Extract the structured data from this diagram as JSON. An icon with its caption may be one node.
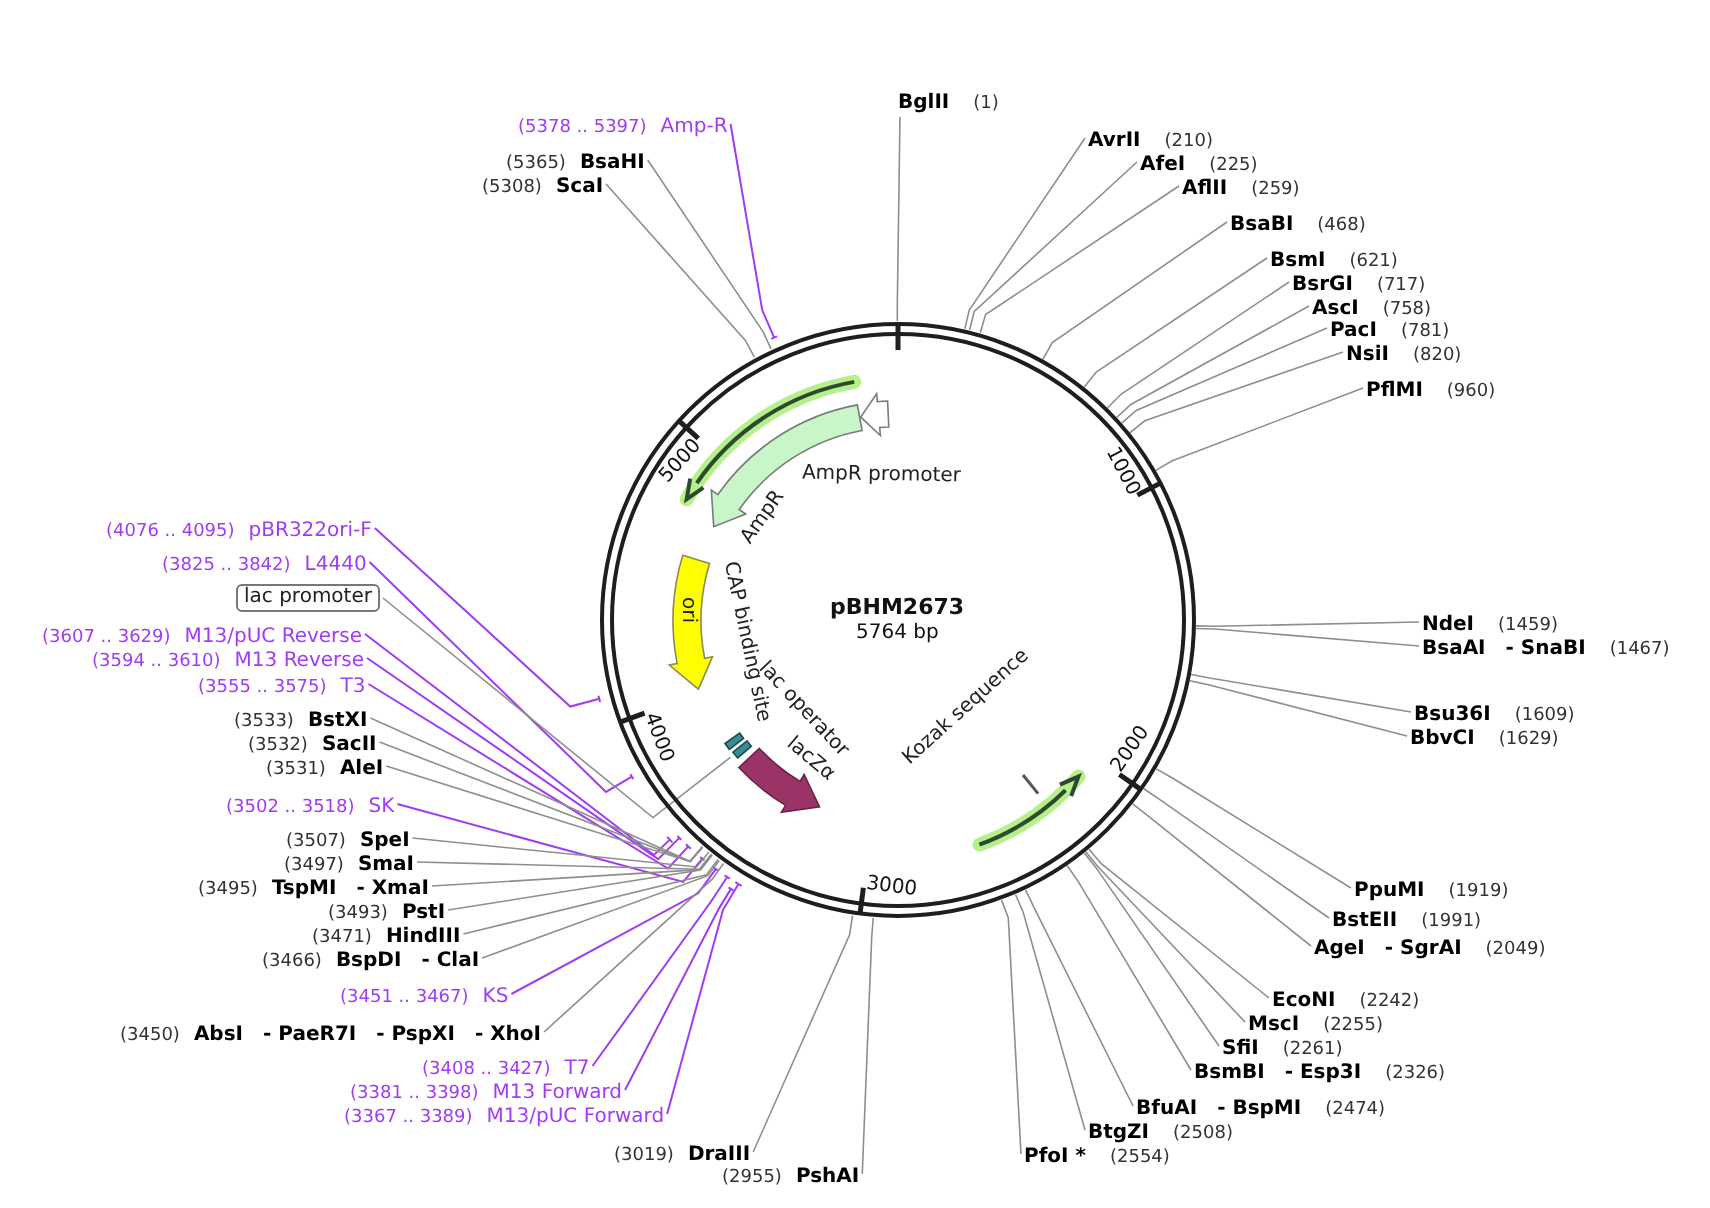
{
  "diagram": {
    "nodes": [
      {
        "text": [
          "pBHM2673",
          "5764 bp"
        ]
      },
      {
        "text": [],
        "shape": "arrow",
        "in": 0
      },
      {
        "text": [
          "AmpR promoter"
        ],
        "in": 0
      },
      {
        "text": [
          "AmpR"
        ],
        "in": 0
      },
      {
        "text": [
          "ori"
        ],
        "in": 0
      },
      {
        "text": [
          "CAP binding site"
        ],
        "in": 0
      },
      {
        "text": [
          "lac operator"
        ],
        "in": 0
      },
      {
        "text": [
          "lacZα"
        ],
        "in": 0
      },
      {
        "text": [
          "Kozak sequence"
        ],
        "in": 0
      },
      {
        "text": [],
        "shape": "arrow",
        "in": 0
      },
      {
        "text": [
          "BglII",
          "(1)"
        ]
      },
      {
        "text": [
          "(5378 .. 5397)",
          "Amp-R"
        ]
      },
      {
        "text": [
          "AvrII",
          "(210)"
        ]
      },
      {
        "text": [
          "(5365)",
          "BsaHI"
        ]
      },
      {
        "text": [
          "AfeI",
          "(225)"
        ]
      },
      {
        "text": [
          "(5308)",
          "ScaI"
        ]
      },
      {
        "text": [
          "AflII",
          "(259)"
        ]
      },
      {
        "text": [
          "BsaBI",
          "(468)"
        ]
      },
      {
        "text": [
          "BsmI",
          "(621)"
        ]
      },
      {
        "text": [
          "BsrGI",
          "(717)"
        ]
      },
      {
        "text": [
          "AscI",
          "(758)"
        ]
      },
      {
        "text": [
          "PacI",
          "(781)"
        ]
      },
      {
        "text": [
          "NsiI",
          "(820)"
        ]
      },
      {
        "text": [
          "PflMI",
          "(960)"
        ]
      },
      {
        "text": [
          "(4076 .. 4095)",
          "pBR322ori-F"
        ]
      },
      {
        "text": [
          "(3825 .. 3842)",
          "L4440"
        ]
      },
      {
        "text": [
          "lac promoter"
        ]
      },
      {
        "text": [
          "NdeI",
          "(1459)"
        ]
      },
      {
        "text": [
          "(3607 .. 3629)",
          "M13/pUC Reverse"
        ]
      },
      {
        "text": [
          "BsaAI",
          "- SnaBI",
          "(1467)"
        ]
      },
      {
        "text": [
          "(3594 .. 3610)",
          "M13 Reverse"
        ]
      },
      {
        "text": [
          "(3555 .. 3575)",
          "T3"
        ]
      },
      {
        "text": [
          "Bsu36I",
          "(1609)"
        ]
      },
      {
        "text": [
          "(3533)",
          "BstXI"
        ]
      },
      {
        "text": [
          "BbvCI",
          "(1629)"
        ]
      },
      {
        "text": [
          "(3532)",
          "SacII"
        ]
      },
      {
        "text": [
          "(3531)",
          "AleI"
        ]
      },
      {
        "text": [
          "(3502 .. 3518)",
          "SK"
        ]
      },
      {
        "text": [
          "(3507)",
          "SpeI"
        ]
      },
      {
        "text": [
          "(3497)",
          "SmaI"
        ]
      },
      {
        "text": [
          "(3495)",
          "TspMI",
          "- XmaI"
        ]
      },
      {
        "text": [
          "PpuMI",
          "(1919)"
        ]
      },
      {
        "text": [
          "(3493)",
          "PstI"
        ]
      },
      {
        "text": [
          "BstEII",
          "(1991)"
        ]
      },
      {
        "text": [
          "(3471)",
          "HindIII"
        ]
      },
      {
        "text": [
          "AgeI",
          "- SgrAI",
          "(2049)"
        ]
      },
      {
        "text": [
          "(3466)",
          "BspDI",
          "- ClaI"
        ]
      },
      {
        "text": [
          "(3451 .. 3467)",
          "KS"
        ]
      },
      {
        "text": [
          "EcoNI",
          "(2242)"
        ]
      },
      {
        "text": [
          "MscI",
          "(2255)"
        ]
      },
      {
        "text": [
          "(3450)",
          "AbsI",
          "- PaeR7I",
          "- PspXI",
          "- XhoI"
        ]
      },
      {
        "text": [
          "SfiI",
          "(2261)"
        ]
      },
      {
        "text": [
          "(3408 .. 3427)",
          "T7"
        ]
      },
      {
        "text": [
          "BsmBI",
          "- Esp3I",
          "(2326)"
        ]
      },
      {
        "text": [
          "(3381 .. 3398)",
          "M13 Forward"
        ]
      },
      {
        "text": [
          "BfuAI",
          "- BspMI",
          "(2474)"
        ]
      },
      {
        "text": [
          "(3367 .. 3389)",
          "M13/pUC Forward"
        ]
      },
      {
        "text": [
          "BtgZI",
          "(2508)"
        ]
      },
      {
        "text": [
          "(3019)",
          "DraIII"
        ]
      },
      {
        "text": [
          "PfoI *",
          "(2554)"
        ]
      },
      {
        "text": [
          "(2955)",
          "PshAI"
        ]
      }
    ],
    "edges": [
      {
        "from": 10,
        "to": 0,
        "arrow": "none"
      },
      {
        "from": 11,
        "to": 0,
        "arrow": "none",
        "color": "#a03cf2"
      },
      {
        "from": 12,
        "to": 0,
        "arrow": "none"
      },
      {
        "from": 13,
        "to": 0,
        "arrow": "none"
      },
      {
        "from": 14,
        "to": 0,
        "arrow": "none"
      },
      {
        "from": 15,
        "to": 0,
        "arrow": "none"
      },
      {
        "from": 16,
        "to": 0,
        "arrow": "none"
      },
      {
        "from": 17,
        "to": 0,
        "arrow": "none"
      },
      {
        "from": 18,
        "to": 0,
        "arrow": "none"
      },
      {
        "from": 19,
        "to": 0,
        "arrow": "none"
      },
      {
        "from": 20,
        "to": 0,
        "arrow": "none"
      },
      {
        "from": 21,
        "to": 0,
        "arrow": "none"
      },
      {
        "from": 22,
        "to": 0,
        "arrow": "none"
      },
      {
        "from": 23,
        "to": 0,
        "arrow": "none"
      },
      {
        "from": 24,
        "to": 0,
        "arrow": "none",
        "color": "#a03cf2"
      },
      {
        "from": 25,
        "to": 0,
        "arrow": "none",
        "color": "#a03cf2"
      },
      {
        "from": 26,
        "to": 0,
        "arrow": "none"
      },
      {
        "from": 27,
        "to": 0,
        "arrow": "none"
      },
      {
        "from": 28,
        "to": 0,
        "arrow": "none",
        "color": "#a03cf2"
      },
      {
        "from": 29,
        "to": 0,
        "arrow": "none"
      },
      {
        "from": 30,
        "to": 0,
        "arrow": "none",
        "color": "#a03cf2"
      },
      {
        "from": 31,
        "to": 0,
        "arrow": "none",
        "color": "#a03cf2"
      },
      {
        "from": 32,
        "to": 0,
        "arrow": "none"
      },
      {
        "from": 33,
        "to": 0,
        "arrow": "none"
      },
      {
        "from": 34,
        "to": 0,
        "arrow": "none"
      },
      {
        "from": 35,
        "to": 0,
        "arrow": "none"
      },
      {
        "from": 36,
        "to": 0,
        "arrow": "none"
      },
      {
        "from": 37,
        "to": 0,
        "arrow": "none",
        "color": "#a03cf2"
      },
      {
        "from": 38,
        "to": 0,
        "arrow": "none"
      },
      {
        "from": 39,
        "to": 0,
        "arrow": "none"
      },
      {
        "from": 40,
        "to": 0,
        "arrow": "none"
      },
      {
        "from": 41,
        "to": 0,
        "arrow": "none"
      },
      {
        "from": 42,
        "to": 0,
        "arrow": "none"
      },
      {
        "from": 43,
        "to": 0,
        "arrow": "none"
      },
      {
        "from": 44,
        "to": 0,
        "arrow": "none"
      },
      {
        "from": 45,
        "to": 0,
        "arrow": "none"
      },
      {
        "from": 46,
        "to": 0,
        "arrow": "none"
      },
      {
        "from": 47,
        "to": 0,
        "arrow": "none",
        "color": "#a03cf2"
      },
      {
        "from": 48,
        "to": 0,
        "arrow": "none"
      },
      {
        "from": 49,
        "to": 0,
        "arrow": "none"
      },
      {
        "from": 50,
        "to": 0,
        "arrow": "none"
      },
      {
        "from": 51,
        "to": 0,
        "arrow": "none"
      },
      {
        "from": 52,
        "to": 0,
        "arrow": "none",
        "color": "#a03cf2"
      },
      {
        "from": 53,
        "to": 0,
        "arrow": "none"
      },
      {
        "from": 54,
        "to": 0,
        "arrow": "none",
        "color": "#a03cf2"
      },
      {
        "from": 55,
        "to": 0,
        "arrow": "none"
      },
      {
        "from": 56,
        "to": 0,
        "arrow": "none",
        "color": "#a03cf2"
      },
      {
        "from": 57,
        "to": 0,
        "arrow": "none"
      },
      {
        "from": 58,
        "to": 0,
        "arrow": "none"
      },
      {
        "from": 59,
        "to": 0,
        "arrow": "none"
      },
      {
        "from": 60,
        "to": 0,
        "arrow": "none"
      }
    ],
    "labels": [
      "1000",
      "2000",
      "3000",
      "4000",
      "5000"
    ]
  }
}
